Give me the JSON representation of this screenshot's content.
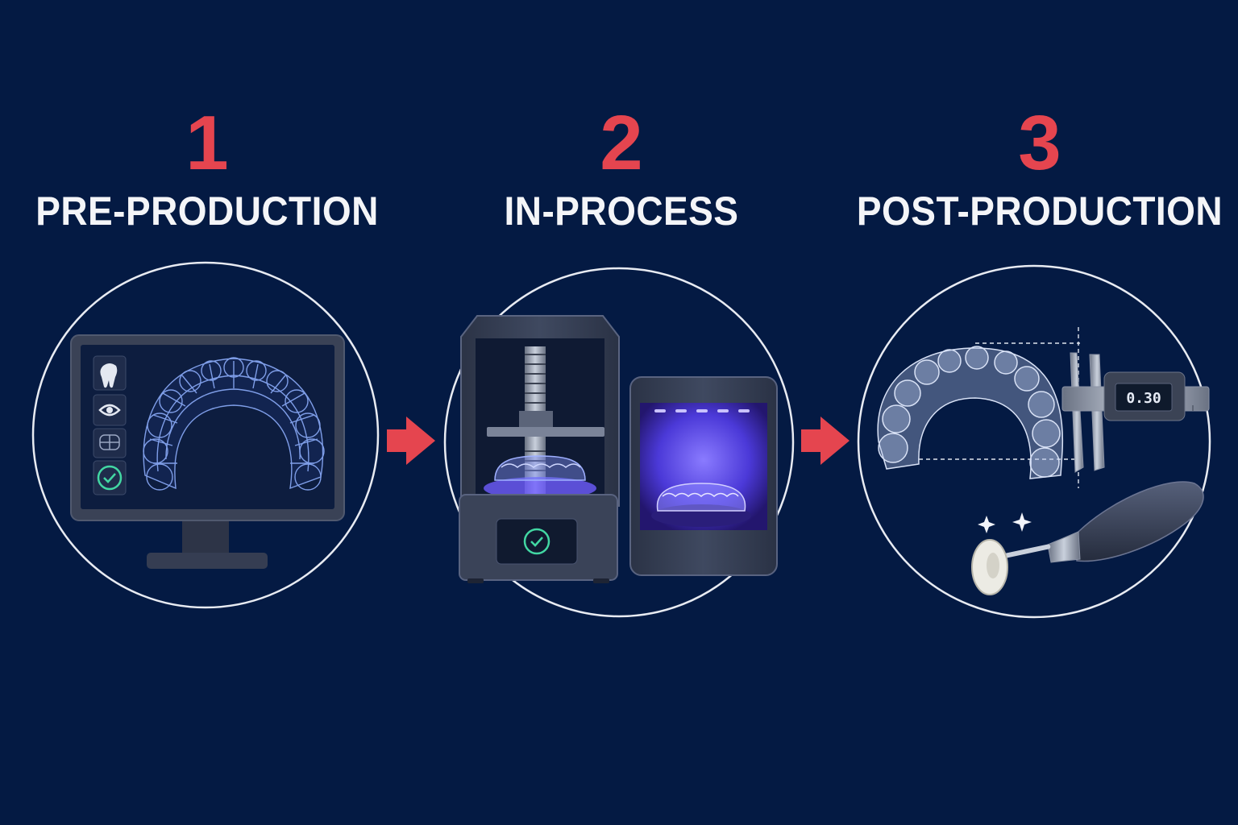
{
  "steps": [
    {
      "number": "1",
      "title": "PRE-PRODUCTION",
      "icon": "monitor-dental-scan-icon"
    },
    {
      "number": "2",
      "title": "IN-PROCESS",
      "icon": "3d-printer-and-uv-cure-icon"
    },
    {
      "number": "3",
      "title": "POST-PRODUCTION",
      "icon": "caliper-and-polisher-icon"
    }
  ],
  "caliper_readout": "0.30",
  "colors": {
    "background": "#041a43",
    "accent": "#e5454f",
    "title": "#f4f5f8",
    "wireframe": "#7f9ee8",
    "uv": "#6e5cff"
  }
}
